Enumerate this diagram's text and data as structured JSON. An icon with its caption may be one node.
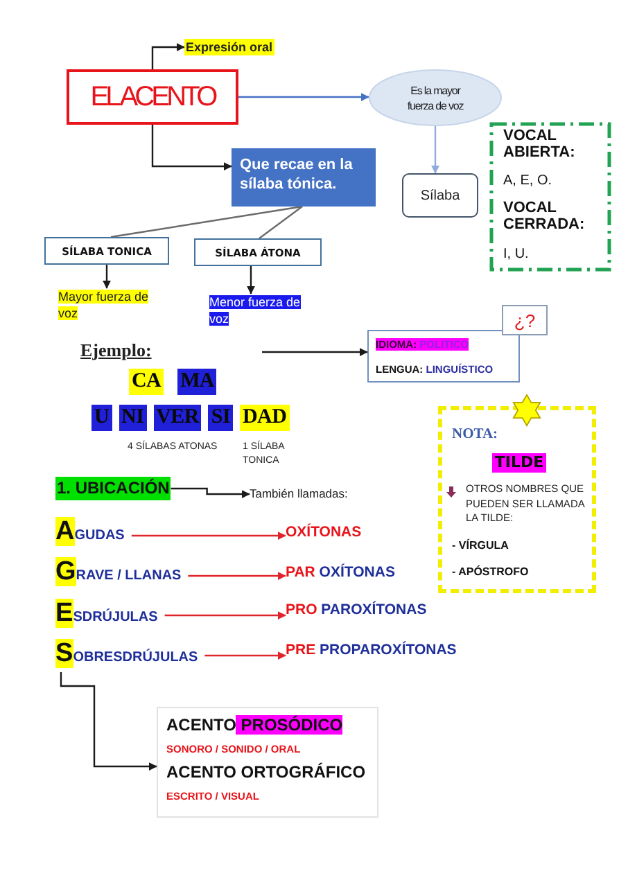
{
  "diagram": {
    "nodes": [
      {
        "text": [
          "Expresión oral"
        ]
      },
      {
        "text": [
          "EL ACENTO"
        ]
      },
      {
        "text": [
          "Es la mayor fuerza de voz"
        ]
      },
      {
        "text": [
          "VOCAL ABIERTA:",
          "A, E, O.",
          "VOCAL CERRADA:",
          "I, U."
        ]
      },
      {
        "text": [
          "Que recae en la sílaba tónica."
        ]
      },
      {
        "text": [
          "Sílaba"
        ]
      },
      {
        "text": [
          "SÍLABA TONICA"
        ]
      },
      {
        "text": [
          "SÍLABA ÁTONA"
        ]
      },
      {
        "text": [
          "Mayor fuerza de voz"
        ]
      },
      {
        "text": [
          "Menor fuerza de voz"
        ]
      },
      {
        "text": [
          "¿?"
        ]
      },
      {
        "text": [
          "IDIOMA: POLITICO",
          "LENGUA: LINGUÍSTICO"
        ]
      },
      {
        "text": [
          "NOTA:",
          "TILDE",
          "OTROS NOMBRES QUE PUEDEN SER LLAMADA LA TILDE:",
          "- VÍRGULA",
          "- APÓSTROFO"
        ]
      },
      {
        "text": [
          "1. UBICACIÓN"
        ]
      },
      {
        "text": [
          "También llamadas:"
        ]
      },
      {
        "text": [
          "AGUDAS"
        ]
      },
      {
        "text": [
          "OXÍTONAS"
        ]
      },
      {
        "text": [
          "GRAVE / LLANAS"
        ]
      },
      {
        "text": [
          "PAR OXÍTONAS"
        ]
      },
      {
        "text": [
          "ESDRÚJULAS"
        ]
      },
      {
        "text": [
          "PRO PAROXÍTONAS"
        ]
      },
      {
        "text": [
          "SOBRESDRÚJULAS"
        ]
      },
      {
        "text": [
          "PRE PROPAROXÍTONAS"
        ]
      },
      {
        "text": [
          "ACENTO PROSÓDICO",
          "SONORO / SONIDO / ORAL",
          "ACENTO ORTOGRÁFICO",
          "ESCRITO / VISUAL"
        ]
      }
    ],
    "edges": [
      {
        "from": 1,
        "to": 0,
        "arrow": "to"
      },
      {
        "from": 1,
        "to": 2,
        "arrow": "to",
        "color": "#4472c4"
      },
      {
        "from": 1,
        "to": 4,
        "arrow": "to"
      },
      {
        "from": 2,
        "to": 5,
        "arrow": "to",
        "color": "#8faadc"
      },
      {
        "from": 4,
        "to": 6,
        "arrow": "none",
        "color": "#6b6b6b"
      },
      {
        "from": 4,
        "to": 7,
        "arrow": "none",
        "color": "#6b6b6b"
      },
      {
        "from": 6,
        "to": 8,
        "arrow": "to"
      },
      {
        "from": 7,
        "to": 9,
        "arrow": "to"
      },
      {
        "from": null,
        "to": 11,
        "arrow": "to"
      },
      {
        "from": 13,
        "to": 14,
        "arrow": "to"
      },
      {
        "from": 15,
        "to": 16,
        "arrow": "to",
        "color": "#e0242b"
      },
      {
        "from": 17,
        "to": 18,
        "arrow": "to",
        "color": "#e0242b"
      },
      {
        "from": 19,
        "to": 20,
        "arrow": "to",
        "color": "#e0242b"
      },
      {
        "from": 21,
        "to": 22,
        "arrow": "to",
        "color": "#e0242b"
      },
      {
        "from": 21,
        "to": 23,
        "arrow": "to"
      }
    ],
    "labels": [
      "Ejemplo:",
      "CA",
      "MA",
      "U",
      "NI",
      "VER",
      "SI",
      "DAD",
      "4 SÍLABAS ATONAS",
      "1 SÍLABA TONICA"
    ]
  }
}
